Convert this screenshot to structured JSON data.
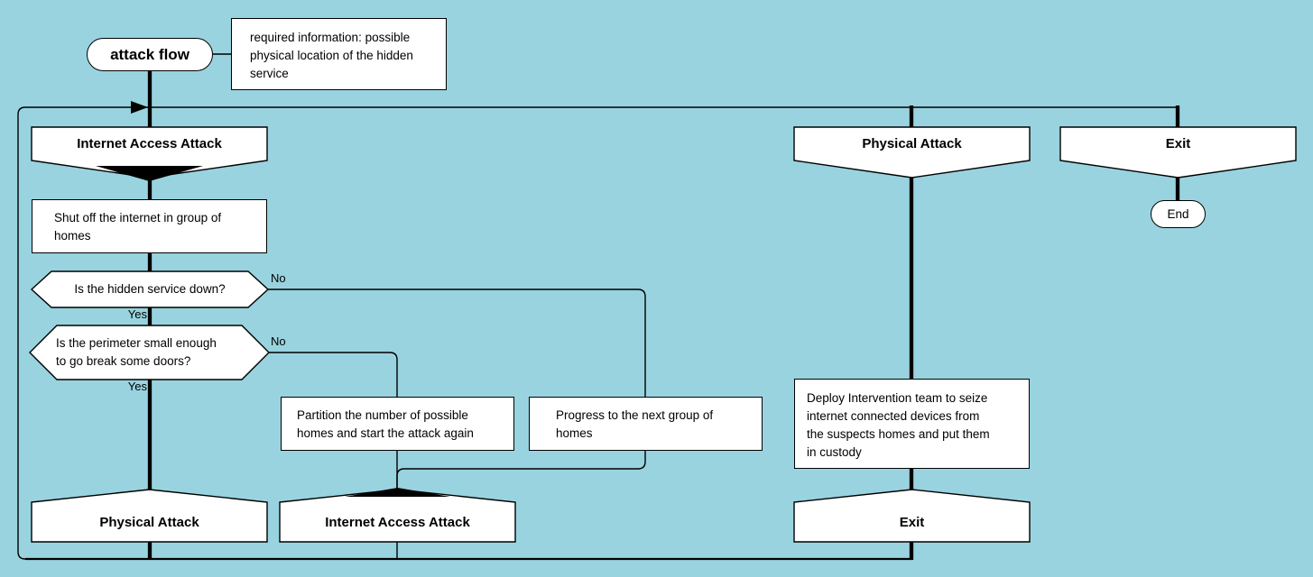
{
  "colors": {
    "background": "#99d3df",
    "node_fill": "#ffffff",
    "line": "#000000",
    "text": "#000000"
  },
  "nodes": {
    "attack_flow": {
      "label": "attack flow"
    },
    "required_info_note": {
      "lines": [
        "required information: possible",
        "physical location of the hidden",
        "service"
      ]
    },
    "internet_access_attack_top": {
      "label": "Internet Access Attack"
    },
    "shut_off_internet": {
      "lines": [
        "Shut off the internet in group of",
        "homes"
      ]
    },
    "hidden_service_down": {
      "label": "Is the hidden service down?"
    },
    "perimeter_small_enough": {
      "lines": [
        "Is the perimeter small enough",
        "to go break some doors?"
      ]
    },
    "partition_homes": {
      "lines": [
        "Partition the number of possible",
        "homes and start the attack again"
      ]
    },
    "progress_next_group": {
      "lines": [
        "Progress to the next group of",
        "homes"
      ]
    },
    "physical_attack_bottom": {
      "label": "Physical Attack"
    },
    "internet_access_attack_bottom": {
      "label": "Internet Access Attack"
    },
    "physical_attack_top": {
      "label": "Physical Attack"
    },
    "deploy_intervention": {
      "lines": [
        "Deploy Intervention team to seize",
        "internet connected devices from",
        "the suspects homes and put them",
        "in custody"
      ]
    },
    "exit_bottom": {
      "label": "Exit"
    },
    "exit_top": {
      "label": "Exit"
    },
    "end": {
      "label": "End"
    }
  },
  "branches": {
    "hidden_service_down": {
      "yes": "Yes",
      "no": "No"
    },
    "perimeter_small_enough": {
      "yes": "Yes",
      "no": "No"
    }
  }
}
